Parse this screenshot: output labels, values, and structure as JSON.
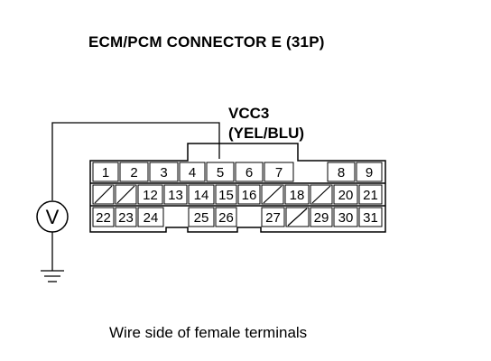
{
  "title": "ECM/PCM CONNECTOR E (31P)",
  "signal": {
    "name": "VCC3",
    "wire_color": "(YEL/BLU)"
  },
  "meter_symbol": "V",
  "caption": "Wire side of female terminals",
  "connector": {
    "rows": [
      [
        "1",
        "2",
        "3",
        "4",
        "5",
        "6",
        "7",
        "",
        "8",
        "9"
      ],
      [
        "/",
        "/",
        "12",
        "13",
        "14",
        "15",
        "16",
        "/",
        "18",
        "/",
        "20",
        "21"
      ],
      [
        "22",
        "23",
        "24",
        "",
        "25",
        "26",
        "",
        "27",
        "/",
        "29",
        "30",
        "31"
      ]
    ],
    "probed_pin": "5"
  }
}
